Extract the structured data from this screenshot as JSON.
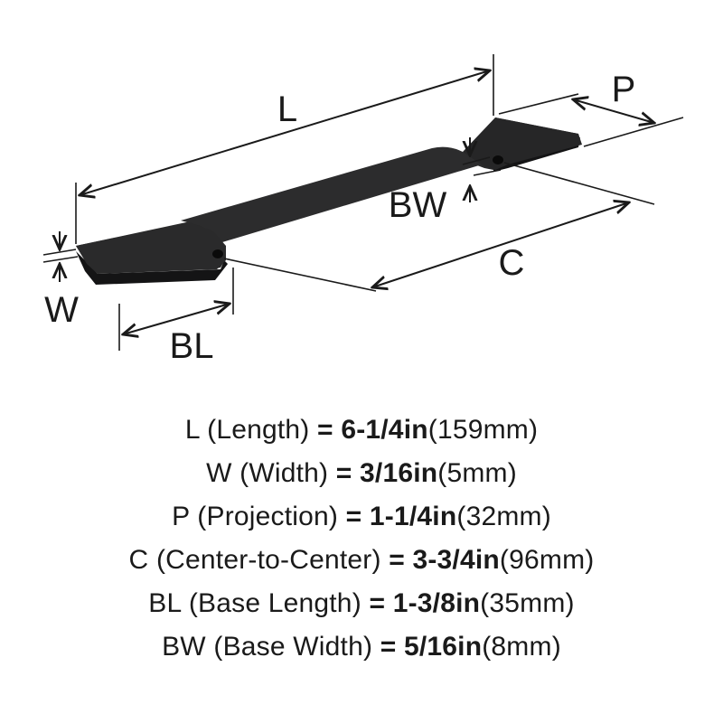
{
  "diagram": {
    "labels": {
      "L": "L",
      "P": "P",
      "BW": "BW",
      "C": "C",
      "W": "W",
      "BL": "BL"
    },
    "colors": {
      "ink": "#1a1a1a",
      "handle_top": "#2a2a2b",
      "handle_side": "#141415"
    }
  },
  "specs": [
    {
      "code": "L",
      "name": "(Length)",
      "eq": "=",
      "value": "6-1/4in",
      "metric": "(159mm)"
    },
    {
      "code": "W",
      "name": "(Width)",
      "eq": "=",
      "value": "3/16in",
      "metric": "(5mm)"
    },
    {
      "code": "P",
      "name": "(Projection)",
      "eq": "=",
      "value": "1-1/4in",
      "metric": "(32mm)"
    },
    {
      "code": "C",
      "name": "(Center-to-Center)",
      "eq": "=",
      "value": "3-3/4in",
      "metric": "(96mm)"
    },
    {
      "code": "BL",
      "name": "(Base Length)",
      "eq": "=",
      "value": "1-3/8in",
      "metric": "(35mm)"
    },
    {
      "code": "BW",
      "name": "(Base Width)",
      "eq": "=",
      "value": "5/16in",
      "metric": "(8mm)"
    }
  ]
}
